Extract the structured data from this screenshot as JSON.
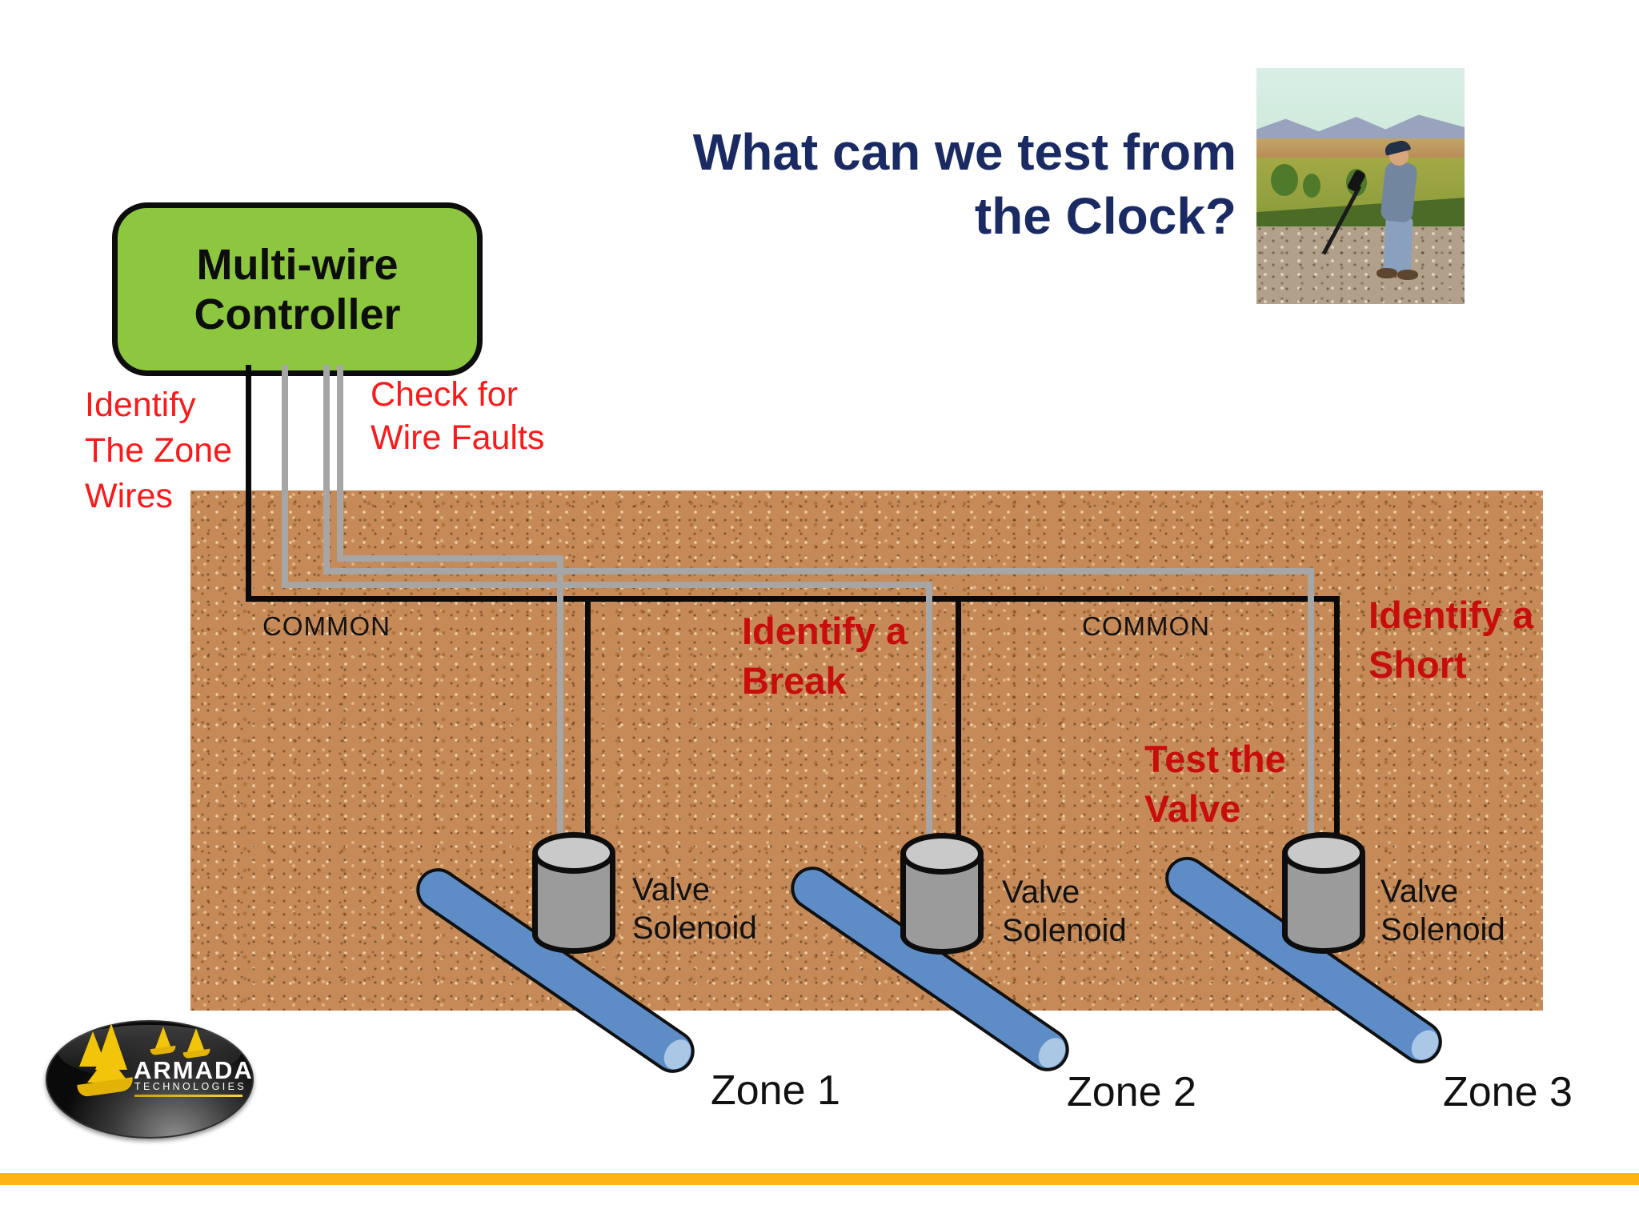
{
  "title": {
    "line1": "What can we test from",
    "line2": "the Clock?"
  },
  "controller": {
    "line1": "Multi-wire",
    "line2": "Controller"
  },
  "annotations": {
    "identify_zone": {
      "l1": "Identify",
      "l2": "The Zone",
      "l3": "Wires"
    },
    "check_faults": {
      "l1": "Check for",
      "l2": "Wire Faults"
    },
    "identify_break": {
      "l1": "Identify a",
      "l2": "Break"
    },
    "test_valve": {
      "l1": "Test the",
      "l2": "Valve"
    },
    "identify_short": {
      "l1": "Identify a",
      "l2": "Short"
    },
    "common_left": "COMMON",
    "common_right": "COMMON"
  },
  "solenoid_label": {
    "l1": "Valve",
    "l2": "Solenoid"
  },
  "zones": {
    "z1": "Zone 1",
    "z2": "Zone 2",
    "z3": "Zone 3"
  },
  "logo": {
    "name": "ARMADA",
    "sub": "TECHNOLOGIES"
  },
  "colors": {
    "title_navy": "#1a2b63",
    "annotation_red": "#fa1a1a",
    "annotation_dark_red": "#c80d0d",
    "controller_green": "#8dc63f",
    "soil_tan": "#c58a58",
    "wire_black": "#0a0a0a",
    "wire_gray": "#a6a6a6",
    "pipe_blue": "#5d8cc7",
    "solenoid_gray": "#9b9b9b",
    "bottom_bar_yellow": "#fcb515"
  }
}
